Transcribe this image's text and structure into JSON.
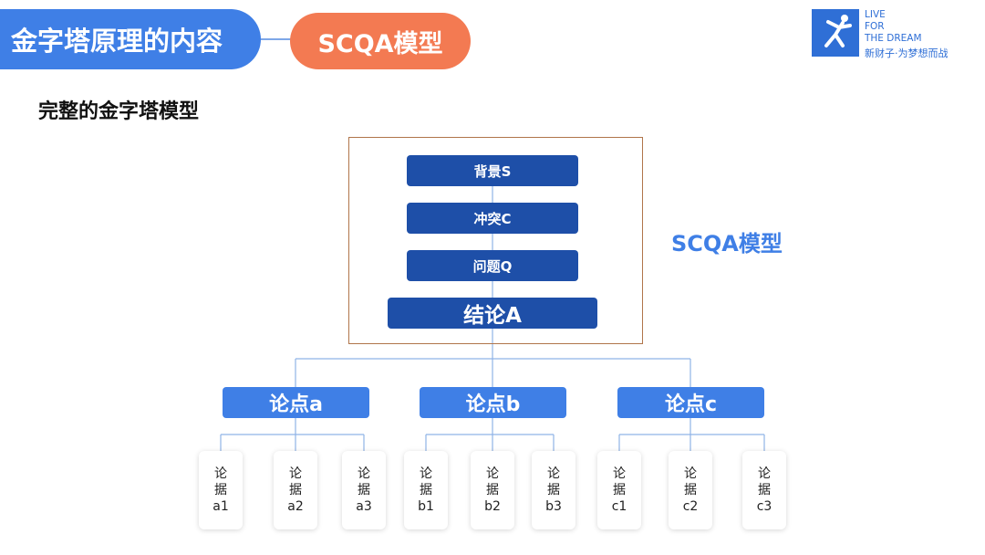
{
  "header": {
    "title": "金字塔原理的内容",
    "section": "SCQA模型"
  },
  "logo": {
    "line1": "LIVE",
    "line2": "FOR",
    "line3": "THE DREAM",
    "tagline": "新财子·为梦想而战"
  },
  "subtitle": "完整的金字塔模型",
  "scqa_label": "SCQA模型",
  "scqa": {
    "s": "背景S",
    "c": "冲突C",
    "q": "问题Q",
    "a": "结论A"
  },
  "points": [
    {
      "label": "论点a",
      "args": [
        {
          "l1": "论",
          "l2": "据",
          "l3": "a1"
        },
        {
          "l1": "论",
          "l2": "据",
          "l3": "a2"
        },
        {
          "l1": "论",
          "l2": "据",
          "l3": "a3"
        }
      ]
    },
    {
      "label": "论点b",
      "args": [
        {
          "l1": "论",
          "l2": "据",
          "l3": "b1"
        },
        {
          "l1": "论",
          "l2": "据",
          "l3": "b2"
        },
        {
          "l1": "论",
          "l2": "据",
          "l3": "b3"
        }
      ]
    },
    {
      "label": "论点c",
      "args": [
        {
          "l1": "论",
          "l2": "据",
          "l3": "c1"
        },
        {
          "l1": "论",
          "l2": "据",
          "l3": "c2"
        },
        {
          "l1": "论",
          "l2": "据",
          "l3": "c3"
        }
      ]
    }
  ],
  "colors": {
    "primary_blue": "#3f7fe6",
    "dark_blue": "#1e4fa8",
    "orange": "#f37a52",
    "frame_brown": "#b0754a"
  }
}
